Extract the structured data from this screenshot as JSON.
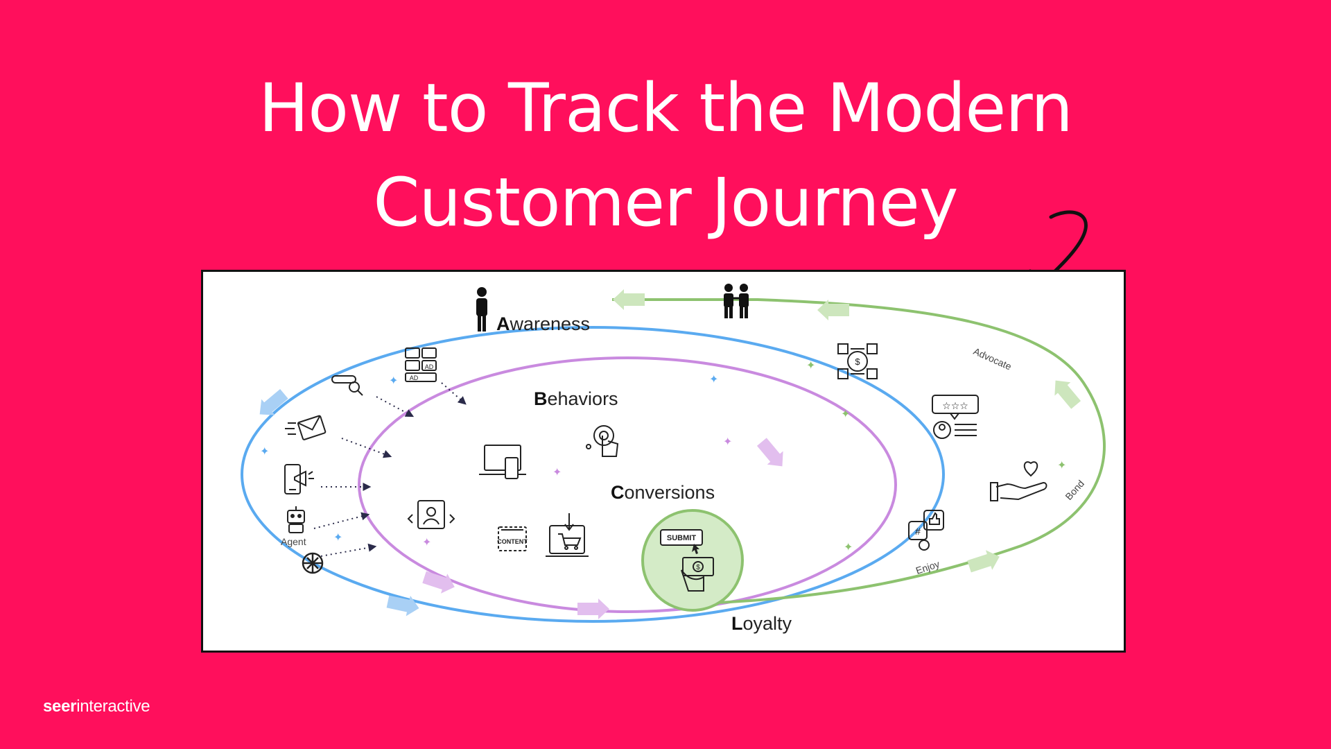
{
  "title": {
    "line1": "How to Track the Modern",
    "line2": "Customer Journey"
  },
  "stages": [
    {
      "initial": "A",
      "rest": "wareness"
    },
    {
      "initial": "B",
      "rest": "ehaviors"
    },
    {
      "initial": "C",
      "rest": "onversions"
    },
    {
      "initial": "L",
      "rest": "oyalty"
    }
  ],
  "loyalty_steps": {
    "advocate": "Advocate",
    "bond": "Bond",
    "enjoy": "Enjoy"
  },
  "icon_texts": {
    "agent": "Agent",
    "content": "CONTENT",
    "submit": "SUBMIT",
    "ad": "AD"
  },
  "brand": {
    "bold": "seer",
    "regular": "interactive"
  },
  "colors": {
    "background": "#FF0F5C",
    "awareness": "#5AAAF0",
    "behaviors": "#C98ADF",
    "loyalty": "#8DC26F",
    "conversion_fill": "#D4EBC7"
  }
}
